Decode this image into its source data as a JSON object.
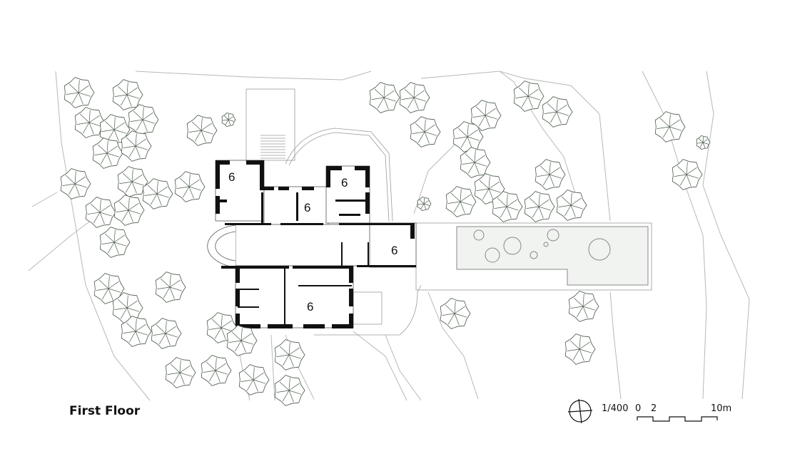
{
  "title": "First Floor",
  "scale": {
    "ratio": "1/400",
    "tick_0": "0",
    "tick_2": "2",
    "tick_10": "10m"
  },
  "rooms": [
    {
      "label": "6"
    },
    {
      "label": "6"
    },
    {
      "label": "6"
    },
    {
      "label": "6"
    },
    {
      "label": "6"
    }
  ],
  "colors": {
    "wall": "#111111",
    "site_line": "#b8b8b8",
    "pool_fill": "#f1f3f1",
    "tree": "#4a5a4a"
  }
}
